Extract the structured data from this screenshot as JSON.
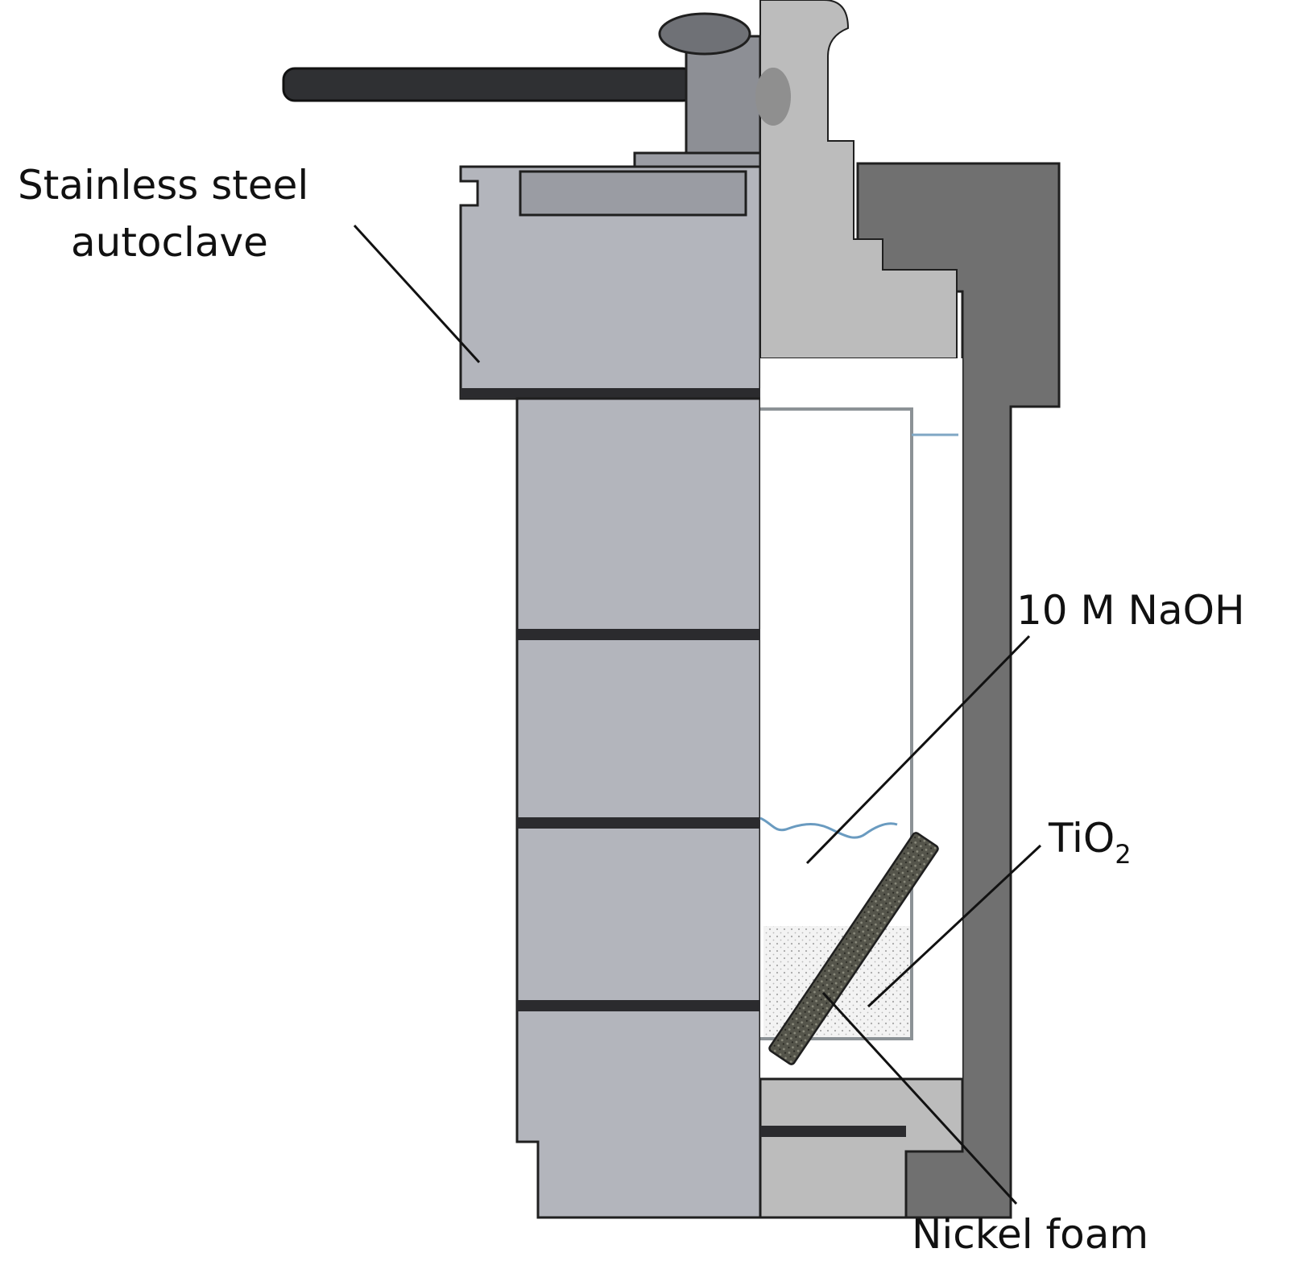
{
  "labels": {
    "autoclave_line1": "Stainless steel",
    "autoclave_line2": "autoclave",
    "naoh": "10 M NaOH",
    "tio2_main": "TiO",
    "tio2_sub": "2",
    "nickel_foam": "Nickel foam"
  },
  "colors": {
    "outer_body": "#b3b5bc",
    "outer_outline": "#1f1f1f",
    "groove": "#2b2b2e",
    "cap_top": "#9a9ca3",
    "handle": "#2f3033",
    "cut_light": "#bcbcbc",
    "cut_dark": "#707070",
    "solution": "#ffffff",
    "tio2_powder": "#ececec",
    "liquid_line": "#6a9bc0",
    "nickel_foam": "#4a4a42"
  }
}
